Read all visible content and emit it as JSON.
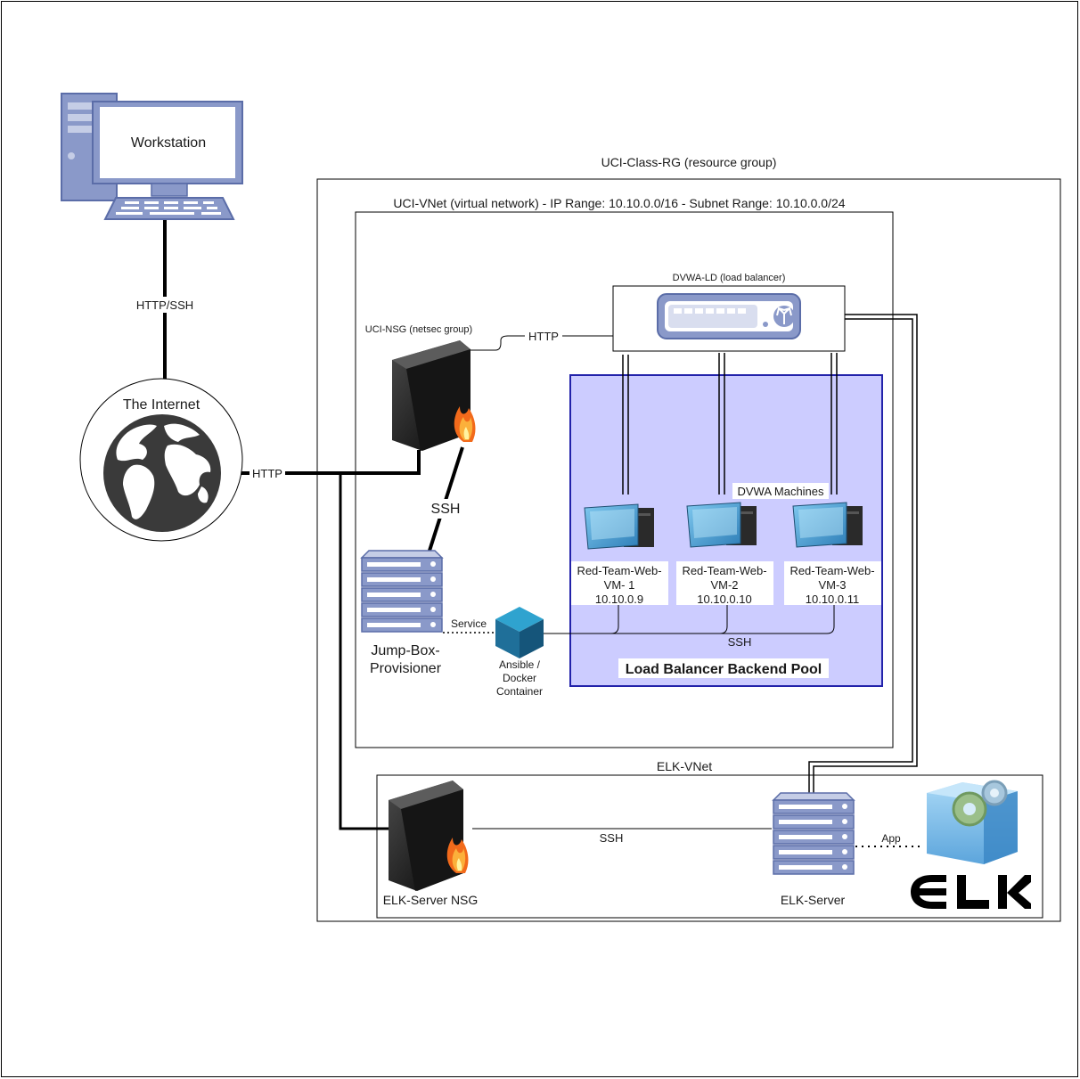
{
  "resource_group_label": "UCI-Class-RG (resource group)",
  "vnet_label": "UCI-VNet (virtual network) - IP Range: 10.10.0.0/16 - Subnet Range: 10.10.0.0/24",
  "elk_vnet_label": "ELK-VNet",
  "workstation_label": "Workstation",
  "internet_label": "The Internet",
  "nsg_label": "UCI-NSG (netsec group)",
  "load_balancer_label": "DVWA-LD (load balancer)",
  "dvwa_machines_label": "DVWA Machines",
  "backend_pool_label": "Load Balancer Backend Pool",
  "jumpbox_label_line1": "Jump-Box-",
  "jumpbox_label_line2": "Provisioner",
  "container_label_line1": "Ansible /",
  "container_label_line2": "Docker",
  "container_label_line3": "Container",
  "elk_nsg_label": "ELK-Server NSG",
  "elk_server_label": "ELK-Server",
  "vms": [
    {
      "name_line1": "Red-Team-Web-",
      "name_line2": "VM- 1",
      "ip": "10.10.0.9"
    },
    {
      "name_line1": "Red-Team-Web-",
      "name_line2": "VM-2",
      "ip": "10.10.0.10"
    },
    {
      "name_line1": "Red-Team-Web-",
      "name_line2": "VM-3",
      "ip": "10.10.0.11"
    }
  ],
  "connections": {
    "workstation_internet": "HTTP/SSH",
    "internet_nsg": "HTTP",
    "nsg_lb": "HTTP",
    "nsg_jumpbox": "SSH",
    "jumpbox_container": "Service",
    "container_vms": "SSH",
    "elknsg_elkserver": "SSH",
    "elkserver_app": "App"
  },
  "elk_logo_text": "ELK",
  "colors": {
    "pool_fill": "#ccccff",
    "pool_border": "#2222aa",
    "device_blue": "#8a99c9",
    "device_outline": "#5b6da8",
    "line": "#000000"
  },
  "icons": [
    "desktop-computer-icon",
    "globe-icon",
    "firewall-icon",
    "load-balancer-icon",
    "server-rack-icon",
    "virtual-machine-icon",
    "container-cube-icon",
    "elk-app-icon",
    "elk-logo"
  ]
}
